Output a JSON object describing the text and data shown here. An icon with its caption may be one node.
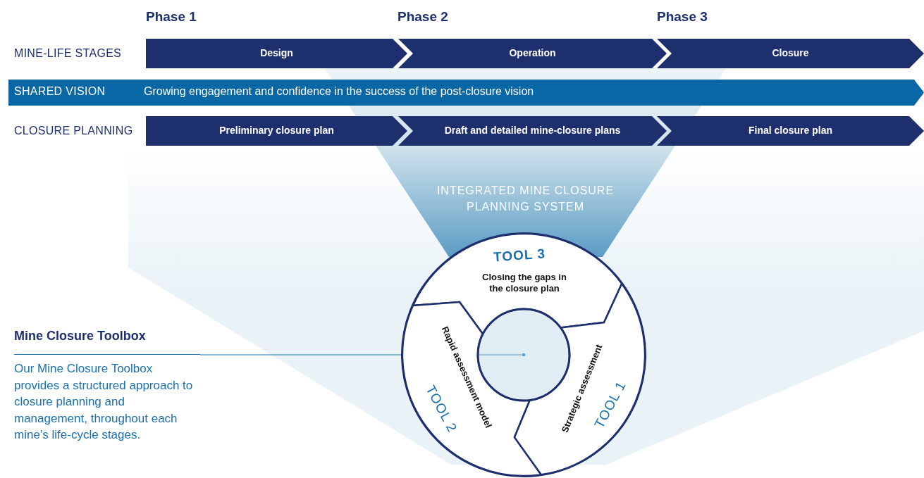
{
  "diagram": {
    "nodes": [
      {
        "text": [
          "Design"
        ]
      },
      {
        "text": [
          "Operation"
        ]
      },
      {
        "text": [
          "Closure"
        ]
      },
      {
        "text": [
          "SHARED VISION",
          "Growing engagement and confidence in the success of the post-closure vision"
        ]
      },
      {
        "text": [
          "Preliminary closure plan"
        ]
      },
      {
        "text": [
          "Draft and detailed mine-closure plans"
        ]
      },
      {
        "text": [
          "Final closure plan"
        ]
      },
      {
        "text": [
          "INTEGRATED MINE CLOSURE PLANNING SYSTEM"
        ]
      },
      {
        "text": [
          "Mine Closure Toolbox",
          "Our Mine Closure Toolbox provides a structured approach to closure planning and management, throughout each mine’s life-cycle stages."
        ]
      },
      {
        "text": [],
        "shape": "circle"
      },
      {
        "text": [
          "TOOL 3",
          "Closing the gaps in the closure plan"
        ],
        "in": 9
      },
      {
        "text": [
          "TOOL 2",
          "Rapid assessment model"
        ],
        "in": 9
      },
      {
        "text": [
          "TOOL 1",
          "Strategic assessment"
        ],
        "in": 9
      },
      {
        "text": [],
        "shape": "circle",
        "in": 9
      }
    ],
    "edges": [
      {
        "from": 8,
        "to": 13,
        "arrow": "other"
      }
    ],
    "labels": [
      "Phase 1",
      "Phase 2",
      "Phase 3",
      "MINE-LIFE STAGES",
      "CLOSURE PLANNING"
    ]
  }
}
